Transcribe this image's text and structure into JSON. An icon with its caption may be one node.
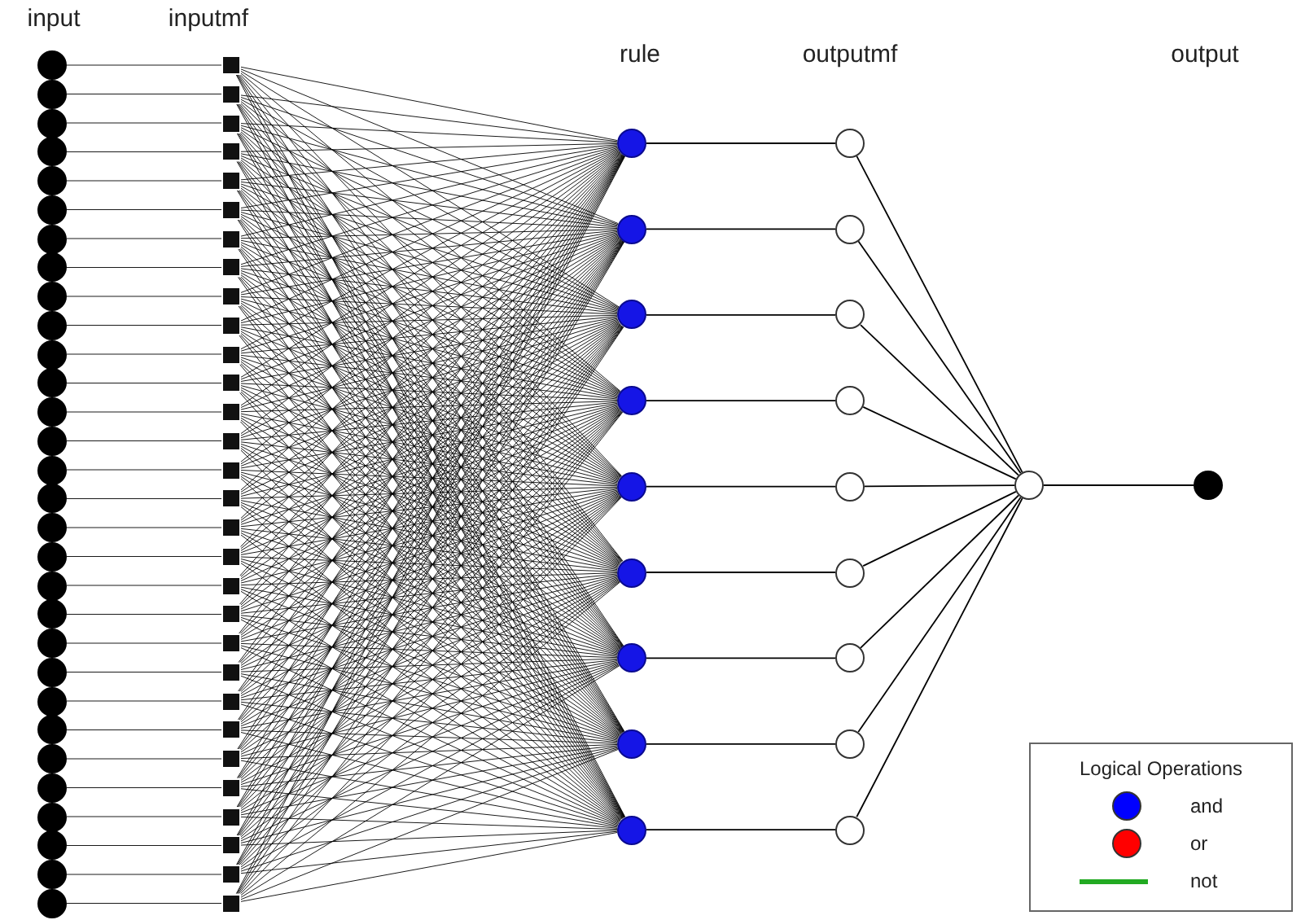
{
  "diagram": {
    "nodes": [
      {
        "text": [],
        "shape": "circle"
      },
      {
        "text": [],
        "shape": "circle"
      },
      {
        "text": [],
        "shape": "circle"
      },
      {
        "text": [],
        "shape": "circle"
      },
      {
        "text": [],
        "shape": "circle"
      },
      {
        "text": [],
        "shape": "circle"
      },
      {
        "text": [],
        "shape": "circle"
      },
      {
        "text": [],
        "shape": "circle"
      },
      {
        "text": [],
        "shape": "circle"
      },
      {
        "text": [],
        "shape": "circle"
      },
      {
        "text": [],
        "shape": "circle"
      },
      {
        "text": [],
        "shape": "circle"
      },
      {
        "text": [],
        "shape": "circle"
      },
      {
        "text": [],
        "shape": "circle"
      },
      {
        "text": [],
        "shape": "circle"
      },
      {
        "text": [],
        "shape": "circle"
      },
      {
        "text": [],
        "shape": "circle"
      },
      {
        "text": [],
        "shape": "circle"
      },
      {
        "text": [],
        "shape": "circle"
      },
      {
        "text": [],
        "shape": "circle"
      },
      {
        "text": [],
        "shape": "circle"
      },
      {
        "text": [],
        "shape": "circle"
      },
      {
        "text": [],
        "shape": "circle"
      },
      {
        "text": [],
        "shape": "circle"
      },
      {
        "text": [],
        "shape": "circle"
      },
      {
        "text": [],
        "shape": "circle"
      },
      {
        "text": [],
        "shape": "circle"
      },
      {
        "text": [],
        "shape": "circle"
      },
      {
        "text": [],
        "shape": "circle"
      },
      {
        "text": [],
        "shape": "circle"
      },
      {
        "text": [],
        "shape": "box"
      },
      {
        "text": [],
        "shape": "box"
      },
      {
        "text": [],
        "shape": "box"
      },
      {
        "text": [],
        "shape": "box"
      },
      {
        "text": [],
        "shape": "box"
      },
      {
        "text": [],
        "shape": "box"
      },
      {
        "text": [],
        "shape": "box"
      },
      {
        "text": [],
        "shape": "box"
      },
      {
        "text": [],
        "shape": "box"
      },
      {
        "text": [],
        "shape": "box"
      },
      {
        "text": [],
        "shape": "box"
      },
      {
        "text": [],
        "shape": "box"
      },
      {
        "text": [],
        "shape": "box"
      },
      {
        "text": [],
        "shape": "box"
      },
      {
        "text": [],
        "shape": "box"
      },
      {
        "text": [],
        "shape": "box"
      },
      {
        "text": [],
        "shape": "box"
      },
      {
        "text": [],
        "shape": "box"
      },
      {
        "text": [],
        "shape": "box"
      },
      {
        "text": [],
        "shape": "box"
      },
      {
        "text": [],
        "shape": "box"
      },
      {
        "text": [],
        "shape": "box"
      },
      {
        "text": [],
        "shape": "box"
      },
      {
        "text": [],
        "shape": "box"
      },
      {
        "text": [],
        "shape": "box"
      },
      {
        "text": [],
        "shape": "box"
      },
      {
        "text": [],
        "shape": "box"
      },
      {
        "text": [],
        "shape": "box"
      },
      {
        "text": [],
        "shape": "box"
      },
      {
        "text": [],
        "shape": "box"
      },
      {
        "text": [],
        "shape": "circle"
      },
      {
        "text": [],
        "shape": "circle"
      },
      {
        "text": [],
        "shape": "circle"
      },
      {
        "text": [],
        "shape": "circle"
      },
      {
        "text": [],
        "shape": "circle"
      },
      {
        "text": [],
        "shape": "circle"
      },
      {
        "text": [],
        "shape": "circle"
      },
      {
        "text": [],
        "shape": "circle"
      },
      {
        "text": [],
        "shape": "circle"
      },
      {
        "text": [],
        "shape": "circle"
      },
      {
        "text": [],
        "shape": "circle"
      },
      {
        "text": [],
        "shape": "circle"
      },
      {
        "text": [],
        "shape": "circle"
      },
      {
        "text": [],
        "shape": "circle"
      },
      {
        "text": [],
        "shape": "circle"
      },
      {
        "text": [],
        "shape": "circle"
      },
      {
        "text": [],
        "shape": "circle"
      },
      {
        "text": [],
        "shape": "circle"
      },
      {
        "text": [],
        "shape": "circle"
      },
      {
        "text": [],
        "shape": "circle"
      }
    ],
    "edges": [
      {
        "from": 0,
        "to": 30,
        "arrow": "none"
      },
      {
        "from": 1,
        "to": 31,
        "arrow": "none"
      },
      {
        "from": 2,
        "to": 32,
        "arrow": "none"
      },
      {
        "from": 3,
        "to": 33,
        "arrow": "none"
      },
      {
        "from": 4,
        "to": 34,
        "arrow": "none"
      },
      {
        "from": 5,
        "to": 35,
        "arrow": "none"
      },
      {
        "from": 6,
        "to": 36,
        "arrow": "none"
      },
      {
        "from": 7,
        "to": 37,
        "arrow": "none"
      },
      {
        "from": 8,
        "to": 38,
        "arrow": "none"
      },
      {
        "from": 9,
        "to": 39,
        "arrow": "none"
      },
      {
        "from": 10,
        "to": 40,
        "arrow": "none"
      },
      {
        "from": 11,
        "to": 41,
        "arrow": "none"
      },
      {
        "from": 12,
        "to": 42,
        "arrow": "none"
      },
      {
        "from": 13,
        "to": 43,
        "arrow": "none"
      },
      {
        "from": 14,
        "to": 44,
        "arrow": "none"
      },
      {
        "from": 15,
        "to": 45,
        "arrow": "none"
      },
      {
        "from": 16,
        "to": 46,
        "arrow": "none"
      },
      {
        "from": 17,
        "to": 47,
        "arrow": "none"
      },
      {
        "from": 18,
        "to": 48,
        "arrow": "none"
      },
      {
        "from": 19,
        "to": 49,
        "arrow": "none"
      },
      {
        "from": 20,
        "to": 50,
        "arrow": "none"
      },
      {
        "from": 21,
        "to": 51,
        "arrow": "none"
      },
      {
        "from": 22,
        "to": 52,
        "arrow": "none"
      },
      {
        "from": 23,
        "to": 53,
        "arrow": "none"
      },
      {
        "from": 24,
        "to": 54,
        "arrow": "none"
      },
      {
        "from": 25,
        "to": 55,
        "arrow": "none"
      },
      {
        "from": 26,
        "to": 56,
        "arrow": "none"
      },
      {
        "from": 27,
        "to": 57,
        "arrow": "none"
      },
      {
        "from": 28,
        "to": 58,
        "arrow": "none"
      },
      {
        "from": 29,
        "to": 59,
        "arrow": "none"
      },
      {
        "from": 30,
        "to": 60,
        "arrow": "none"
      },
      {
        "from": 30,
        "to": 61,
        "arrow": "none"
      },
      {
        "from": 30,
        "to": 62,
        "arrow": "none"
      },
      {
        "from": 30,
        "to": 63,
        "arrow": "none"
      },
      {
        "from": 30,
        "to": 64,
        "arrow": "none"
      },
      {
        "from": 30,
        "to": 65,
        "arrow": "none"
      },
      {
        "from": 30,
        "to": 66,
        "arrow": "none"
      },
      {
        "from": 30,
        "to": 67,
        "arrow": "none"
      },
      {
        "from": 30,
        "to": 68,
        "arrow": "none"
      },
      {
        "from": 31,
        "to": 60,
        "arrow": "none"
      },
      {
        "from": 31,
        "to": 61,
        "arrow": "none"
      },
      {
        "from": 31,
        "to": 62,
        "arrow": "none"
      },
      {
        "from": 31,
        "to": 63,
        "arrow": "none"
      },
      {
        "from": 31,
        "to": 64,
        "arrow": "none"
      },
      {
        "from": 31,
        "to": 65,
        "arrow": "none"
      },
      {
        "from": 31,
        "to": 66,
        "arrow": "none"
      },
      {
        "from": 31,
        "to": 67,
        "arrow": "none"
      },
      {
        "from": 31,
        "to": 68,
        "arrow": "none"
      },
      {
        "from": 32,
        "to": 60,
        "arrow": "none"
      },
      {
        "from": 32,
        "to": 61,
        "arrow": "none"
      },
      {
        "from": 32,
        "to": 62,
        "arrow": "none"
      },
      {
        "from": 32,
        "to": 63,
        "arrow": "none"
      },
      {
        "from": 32,
        "to": 64,
        "arrow": "none"
      },
      {
        "from": 32,
        "to": 65,
        "arrow": "none"
      },
      {
        "from": 32,
        "to": 66,
        "arrow": "none"
      },
      {
        "from": 32,
        "to": 67,
        "arrow": "none"
      },
      {
        "from": 32,
        "to": 68,
        "arrow": "none"
      },
      {
        "from": 33,
        "to": 60,
        "arrow": "none"
      },
      {
        "from": 33,
        "to": 61,
        "arrow": "none"
      },
      {
        "from": 33,
        "to": 62,
        "arrow": "none"
      },
      {
        "from": 33,
        "to": 63,
        "arrow": "none"
      },
      {
        "from": 33,
        "to": 64,
        "arrow": "none"
      },
      {
        "from": 33,
        "to": 65,
        "arrow": "none"
      },
      {
        "from": 33,
        "to": 66,
        "arrow": "none"
      },
      {
        "from": 33,
        "to": 67,
        "arrow": "none"
      },
      {
        "from": 33,
        "to": 68,
        "arrow": "none"
      },
      {
        "from": 34,
        "to": 60,
        "arrow": "none"
      },
      {
        "from": 34,
        "to": 61,
        "arrow": "none"
      },
      {
        "from": 34,
        "to": 62,
        "arrow": "none"
      },
      {
        "from": 34,
        "to": 63,
        "arrow": "none"
      },
      {
        "from": 34,
        "to": 64,
        "arrow": "none"
      },
      {
        "from": 34,
        "to": 65,
        "arrow": "none"
      },
      {
        "from": 34,
        "to": 66,
        "arrow": "none"
      },
      {
        "from": 34,
        "to": 67,
        "arrow": "none"
      },
      {
        "from": 34,
        "to": 68,
        "arrow": "none"
      },
      {
        "from": 35,
        "to": 60,
        "arrow": "none"
      },
      {
        "from": 35,
        "to": 61,
        "arrow": "none"
      },
      {
        "from": 35,
        "to": 62,
        "arrow": "none"
      },
      {
        "from": 35,
        "to": 63,
        "arrow": "none"
      },
      {
        "from": 35,
        "to": 64,
        "arrow": "none"
      },
      {
        "from": 35,
        "to": 65,
        "arrow": "none"
      },
      {
        "from": 35,
        "to": 66,
        "arrow": "none"
      },
      {
        "from": 35,
        "to": 67,
        "arrow": "none"
      },
      {
        "from": 35,
        "to": 68,
        "arrow": "none"
      },
      {
        "from": 36,
        "to": 60,
        "arrow": "none"
      },
      {
        "from": 36,
        "to": 61,
        "arrow": "none"
      },
      {
        "from": 36,
        "to": 62,
        "arrow": "none"
      },
      {
        "from": 36,
        "to": 63,
        "arrow": "none"
      },
      {
        "from": 36,
        "to": 64,
        "arrow": "none"
      },
      {
        "from": 36,
        "to": 65,
        "arrow": "none"
      },
      {
        "from": 36,
        "to": 66,
        "arrow": "none"
      },
      {
        "from": 36,
        "to": 67,
        "arrow": "none"
      },
      {
        "from": 36,
        "to": 68,
        "arrow": "none"
      },
      {
        "from": 37,
        "to": 60,
        "arrow": "none"
      },
      {
        "from": 37,
        "to": 61,
        "arrow": "none"
      },
      {
        "from": 37,
        "to": 62,
        "arrow": "none"
      },
      {
        "from": 37,
        "to": 63,
        "arrow": "none"
      },
      {
        "from": 37,
        "to": 64,
        "arrow": "none"
      },
      {
        "from": 37,
        "to": 65,
        "arrow": "none"
      },
      {
        "from": 37,
        "to": 66,
        "arrow": "none"
      },
      {
        "from": 37,
        "to": 67,
        "arrow": "none"
      },
      {
        "from": 37,
        "to": 68,
        "arrow": "none"
      },
      {
        "from": 38,
        "to": 60,
        "arrow": "none"
      },
      {
        "from": 38,
        "to": 61,
        "arrow": "none"
      },
      {
        "from": 38,
        "to": 62,
        "arrow": "none"
      },
      {
        "from": 38,
        "to": 63,
        "arrow": "none"
      },
      {
        "from": 38,
        "to": 64,
        "arrow": "none"
      },
      {
        "from": 38,
        "to": 65,
        "arrow": "none"
      },
      {
        "from": 38,
        "to": 66,
        "arrow": "none"
      },
      {
        "from": 38,
        "to": 67,
        "arrow": "none"
      },
      {
        "from": 38,
        "to": 68,
        "arrow": "none"
      },
      {
        "from": 39,
        "to": 60,
        "arrow": "none"
      },
      {
        "from": 39,
        "to": 61,
        "arrow": "none"
      },
      {
        "from": 39,
        "to": 62,
        "arrow": "none"
      },
      {
        "from": 39,
        "to": 63,
        "arrow": "none"
      },
      {
        "from": 39,
        "to": 64,
        "arrow": "none"
      },
      {
        "from": 39,
        "to": 65,
        "arrow": "none"
      },
      {
        "from": 39,
        "to": 66,
        "arrow": "none"
      },
      {
        "from": 39,
        "to": 67,
        "arrow": "none"
      },
      {
        "from": 39,
        "to": 68,
        "arrow": "none"
      },
      {
        "from": 40,
        "to": 60,
        "arrow": "none"
      },
      {
        "from": 40,
        "to": 61,
        "arrow": "none"
      },
      {
        "from": 40,
        "to": 62,
        "arrow": "none"
      },
      {
        "from": 40,
        "to": 63,
        "arrow": "none"
      },
      {
        "from": 40,
        "to": 64,
        "arrow": "none"
      },
      {
        "from": 40,
        "to": 65,
        "arrow": "none"
      },
      {
        "from": 40,
        "to": 66,
        "arrow": "none"
      },
      {
        "from": 40,
        "to": 67,
        "arrow": "none"
      },
      {
        "from": 40,
        "to": 68,
        "arrow": "none"
      },
      {
        "from": 41,
        "to": 60,
        "arrow": "none"
      },
      {
        "from": 41,
        "to": 61,
        "arrow": "none"
      },
      {
        "from": 41,
        "to": 62,
        "arrow": "none"
      },
      {
        "from": 41,
        "to": 63,
        "arrow": "none"
      },
      {
        "from": 41,
        "to": 64,
        "arrow": "none"
      },
      {
        "from": 41,
        "to": 65,
        "arrow": "none"
      },
      {
        "from": 41,
        "to": 66,
        "arrow": "none"
      },
      {
        "from": 41,
        "to": 67,
        "arrow": "none"
      },
      {
        "from": 41,
        "to": 68,
        "arrow": "none"
      },
      {
        "from": 42,
        "to": 60,
        "arrow": "none"
      },
      {
        "from": 42,
        "to": 61,
        "arrow": "none"
      },
      {
        "from": 42,
        "to": 62,
        "arrow": "none"
      },
      {
        "from": 42,
        "to": 63,
        "arrow": "none"
      },
      {
        "from": 42,
        "to": 64,
        "arrow": "none"
      },
      {
        "from": 42,
        "to": 65,
        "arrow": "none"
      },
      {
        "from": 42,
        "to": 66,
        "arrow": "none"
      },
      {
        "from": 42,
        "to": 67,
        "arrow": "none"
      },
      {
        "from": 42,
        "to": 68,
        "arrow": "none"
      },
      {
        "from": 43,
        "to": 60,
        "arrow": "none"
      },
      {
        "from": 43,
        "to": 61,
        "arrow": "none"
      },
      {
        "from": 43,
        "to": 62,
        "arrow": "none"
      },
      {
        "from": 43,
        "to": 63,
        "arrow": "none"
      },
      {
        "from": 43,
        "to": 64,
        "arrow": "none"
      },
      {
        "from": 43,
        "to": 65,
        "arrow": "none"
      },
      {
        "from": 43,
        "to": 66,
        "arrow": "none"
      },
      {
        "from": 43,
        "to": 67,
        "arrow": "none"
      },
      {
        "from": 43,
        "to": 68,
        "arrow": "none"
      },
      {
        "from": 44,
        "to": 60,
        "arrow": "none"
      },
      {
        "from": 44,
        "to": 61,
        "arrow": "none"
      },
      {
        "from": 44,
        "to": 62,
        "arrow": "none"
      },
      {
        "from": 44,
        "to": 63,
        "arrow": "none"
      },
      {
        "from": 44,
        "to": 64,
        "arrow": "none"
      },
      {
        "from": 44,
        "to": 65,
        "arrow": "none"
      },
      {
        "from": 44,
        "to": 66,
        "arrow": "none"
      },
      {
        "from": 44,
        "to": 67,
        "arrow": "none"
      },
      {
        "from": 44,
        "to": 68,
        "arrow": "none"
      },
      {
        "from": 45,
        "to": 60,
        "arrow": "none"
      },
      {
        "from": 45,
        "to": 61,
        "arrow": "none"
      },
      {
        "from": 45,
        "to": 62,
        "arrow": "none"
      },
      {
        "from": 45,
        "to": 63,
        "arrow": "none"
      },
      {
        "from": 45,
        "to": 64,
        "arrow": "none"
      },
      {
        "from": 45,
        "to": 65,
        "arrow": "none"
      },
      {
        "from": 45,
        "to": 66,
        "arrow": "none"
      },
      {
        "from": 45,
        "to": 67,
        "arrow": "none"
      },
      {
        "from": 45,
        "to": 68,
        "arrow": "none"
      },
      {
        "from": 46,
        "to": 60,
        "arrow": "none"
      },
      {
        "from": 46,
        "to": 61,
        "arrow": "none"
      },
      {
        "from": 46,
        "to": 62,
        "arrow": "none"
      },
      {
        "from": 46,
        "to": 63,
        "arrow": "none"
      },
      {
        "from": 46,
        "to": 64,
        "arrow": "none"
      },
      {
        "from": 46,
        "to": 65,
        "arrow": "none"
      },
      {
        "from": 46,
        "to": 66,
        "arrow": "none"
      },
      {
        "from": 46,
        "to": 67,
        "arrow": "none"
      },
      {
        "from": 46,
        "to": 68,
        "arrow": "none"
      },
      {
        "from": 47,
        "to": 60,
        "arrow": "none"
      },
      {
        "from": 47,
        "to": 61,
        "arrow": "none"
      },
      {
        "from": 47,
        "to": 62,
        "arrow": "none"
      },
      {
        "from": 47,
        "to": 63,
        "arrow": "none"
      },
      {
        "from": 47,
        "to": 64,
        "arrow": "none"
      },
      {
        "from": 47,
        "to": 65,
        "arrow": "none"
      },
      {
        "from": 47,
        "to": 66,
        "arrow": "none"
      },
      {
        "from": 47,
        "to": 67,
        "arrow": "none"
      },
      {
        "from": 47,
        "to": 68,
        "arrow": "none"
      },
      {
        "from": 48,
        "to": 60,
        "arrow": "none"
      },
      {
        "from": 48,
        "to": 61,
        "arrow": "none"
      },
      {
        "from": 48,
        "to": 62,
        "arrow": "none"
      },
      {
        "from": 48,
        "to": 63,
        "arrow": "none"
      },
      {
        "from": 48,
        "to": 64,
        "arrow": "none"
      },
      {
        "from": 48,
        "to": 65,
        "arrow": "none"
      },
      {
        "from": 48,
        "to": 66,
        "arrow": "none"
      },
      {
        "from": 48,
        "to": 67,
        "arrow": "none"
      },
      {
        "from": 48,
        "to": 68,
        "arrow": "none"
      },
      {
        "from": 49,
        "to": 60,
        "arrow": "none"
      },
      {
        "from": 49,
        "to": 61,
        "arrow": "none"
      },
      {
        "from": 49,
        "to": 62,
        "arrow": "none"
      },
      {
        "from": 49,
        "to": 63,
        "arrow": "none"
      },
      {
        "from": 49,
        "to": 64,
        "arrow": "none"
      },
      {
        "from": 49,
        "to": 65,
        "arrow": "none"
      },
      {
        "from": 49,
        "to": 66,
        "arrow": "none"
      },
      {
        "from": 49,
        "to": 67,
        "arrow": "none"
      },
      {
        "from": 49,
        "to": 68,
        "arrow": "none"
      },
      {
        "from": 50,
        "to": 60,
        "arrow": "none"
      },
      {
        "from": 50,
        "to": 61,
        "arrow": "none"
      },
      {
        "from": 50,
        "to": 62,
        "arrow": "none"
      },
      {
        "from": 50,
        "to": 63,
        "arrow": "none"
      },
      {
        "from": 50,
        "to": 64,
        "arrow": "none"
      },
      {
        "from": 50,
        "to": 65,
        "arrow": "none"
      },
      {
        "from": 50,
        "to": 66,
        "arrow": "none"
      },
      {
        "from": 50,
        "to": 67,
        "arrow": "none"
      },
      {
        "from": 50,
        "to": 68,
        "arrow": "none"
      },
      {
        "from": 51,
        "to": 60,
        "arrow": "none"
      },
      {
        "from": 51,
        "to": 61,
        "arrow": "none"
      },
      {
        "from": 51,
        "to": 62,
        "arrow": "none"
      },
      {
        "from": 51,
        "to": 63,
        "arrow": "none"
      },
      {
        "from": 51,
        "to": 64,
        "arrow": "none"
      },
      {
        "from": 51,
        "to": 65,
        "arrow": "none"
      },
      {
        "from": 51,
        "to": 66,
        "arrow": "none"
      },
      {
        "from": 51,
        "to": 67,
        "arrow": "none"
      },
      {
        "from": 51,
        "to": 68,
        "arrow": "none"
      },
      {
        "from": 52,
        "to": 60,
        "arrow": "none"
      },
      {
        "from": 52,
        "to": 61,
        "arrow": "none"
      },
      {
        "from": 52,
        "to": 62,
        "arrow": "none"
      },
      {
        "from": 52,
        "to": 63,
        "arrow": "none"
      },
      {
        "from": 52,
        "to": 64,
        "arrow": "none"
      },
      {
        "from": 52,
        "to": 65,
        "arrow": "none"
      },
      {
        "from": 52,
        "to": 66,
        "arrow": "none"
      },
      {
        "from": 52,
        "to": 67,
        "arrow": "none"
      },
      {
        "from": 52,
        "to": 68,
        "arrow": "none"
      },
      {
        "from": 53,
        "to": 60,
        "arrow": "none"
      },
      {
        "from": 53,
        "to": 61,
        "arrow": "none"
      },
      {
        "from": 53,
        "to": 62,
        "arrow": "none"
      },
      {
        "from": 53,
        "to": 63,
        "arrow": "none"
      },
      {
        "from": 53,
        "to": 64,
        "arrow": "none"
      },
      {
        "from": 53,
        "to": 65,
        "arrow": "none"
      },
      {
        "from": 53,
        "to": 66,
        "arrow": "none"
      },
      {
        "from": 53,
        "to": 67,
        "arrow": "none"
      },
      {
        "from": 53,
        "to": 68,
        "arrow": "none"
      },
      {
        "from": 54,
        "to": 60,
        "arrow": "none"
      },
      {
        "from": 54,
        "to": 61,
        "arrow": "none"
      },
      {
        "from": 54,
        "to": 62,
        "arrow": "none"
      },
      {
        "from": 54,
        "to": 63,
        "arrow": "none"
      },
      {
        "from": 54,
        "to": 64,
        "arrow": "none"
      },
      {
        "from": 54,
        "to": 65,
        "arrow": "none"
      },
      {
        "from": 54,
        "to": 66,
        "arrow": "none"
      },
      {
        "from": 54,
        "to": 67,
        "arrow": "none"
      },
      {
        "from": 54,
        "to": 68,
        "arrow": "none"
      },
      {
        "from": 55,
        "to": 60,
        "arrow": "none"
      },
      {
        "from": 55,
        "to": 61,
        "arrow": "none"
      },
      {
        "from": 55,
        "to": 62,
        "arrow": "none"
      },
      {
        "from": 55,
        "to": 63,
        "arrow": "none"
      },
      {
        "from": 55,
        "to": 64,
        "arrow": "none"
      },
      {
        "from": 55,
        "to": 65,
        "arrow": "none"
      },
      {
        "from": 55,
        "to": 66,
        "arrow": "none"
      },
      {
        "from": 55,
        "to": 67,
        "arrow": "none"
      },
      {
        "from": 55,
        "to": 68,
        "arrow": "none"
      },
      {
        "from": 56,
        "to": 60,
        "arrow": "none"
      },
      {
        "from": 56,
        "to": 61,
        "arrow": "none"
      },
      {
        "from": 56,
        "to": 62,
        "arrow": "none"
      },
      {
        "from": 56,
        "to": 63,
        "arrow": "none"
      },
      {
        "from": 56,
        "to": 64,
        "arrow": "none"
      },
      {
        "from": 56,
        "to": 65,
        "arrow": "none"
      },
      {
        "from": 56,
        "to": 66,
        "arrow": "none"
      },
      {
        "from": 56,
        "to": 67,
        "arrow": "none"
      },
      {
        "from": 56,
        "to": 68,
        "arrow": "none"
      },
      {
        "from": 57,
        "to": 60,
        "arrow": "none"
      },
      {
        "from": 57,
        "to": 61,
        "arrow": "none"
      },
      {
        "from": 57,
        "to": 62,
        "arrow": "none"
      },
      {
        "from": 57,
        "to": 63,
        "arrow": "none"
      },
      {
        "from": 57,
        "to": 64,
        "arrow": "none"
      },
      {
        "from": 57,
        "to": 65,
        "arrow": "none"
      },
      {
        "from": 57,
        "to": 66,
        "arrow": "none"
      },
      {
        "from": 57,
        "to": 67,
        "arrow": "none"
      },
      {
        "from": 57,
        "to": 68,
        "arrow": "none"
      },
      {
        "from": 58,
        "to": 60,
        "arrow": "none"
      },
      {
        "from": 58,
        "to": 61,
        "arrow": "none"
      },
      {
        "from": 58,
        "to": 62,
        "arrow": "none"
      },
      {
        "from": 58,
        "to": 63,
        "arrow": "none"
      },
      {
        "from": 58,
        "to": 64,
        "arrow": "none"
      },
      {
        "from": 58,
        "to": 65,
        "arrow": "none"
      },
      {
        "from": 58,
        "to": 66,
        "arrow": "none"
      },
      {
        "from": 58,
        "to": 67,
        "arrow": "none"
      },
      {
        "from": 58,
        "to": 68,
        "arrow": "none"
      },
      {
        "from": 59,
        "to": 60,
        "arrow": "none"
      },
      {
        "from": 59,
        "to": 61,
        "arrow": "none"
      },
      {
        "from": 59,
        "to": 62,
        "arrow": "none"
      },
      {
        "from": 59,
        "to": 63,
        "arrow": "none"
      },
      {
        "from": 59,
        "to": 64,
        "arrow": "none"
      },
      {
        "from": 59,
        "to": 65,
        "arrow": "none"
      },
      {
        "from": 59,
        "to": 66,
        "arrow": "none"
      },
      {
        "from": 59,
        "to": 67,
        "arrow": "none"
      },
      {
        "from": 59,
        "to": 68,
        "arrow": "none"
      },
      {
        "from": 60,
        "to": 69,
        "arrow": "none"
      },
      {
        "from": 61,
        "to": 70,
        "arrow": "none"
      },
      {
        "from": 62,
        "to": 71,
        "arrow": "none"
      },
      {
        "from": 63,
        "to": 72,
        "arrow": "none"
      },
      {
        "from": 64,
        "to": 73,
        "arrow": "none"
      },
      {
        "from": 65,
        "to": 74,
        "arrow": "none"
      },
      {
        "from": 66,
        "to": 75,
        "arrow": "none"
      },
      {
        "from": 67,
        "to": 76,
        "arrow": "none"
      },
      {
        "from": 68,
        "to": 77,
        "arrow": "none"
      },
      {
        "from": 69,
        "to": 78,
        "arrow": "none"
      },
      {
        "from": 70,
        "to": 78,
        "arrow": "none"
      },
      {
        "from": 71,
        "to": 78,
        "arrow": "none"
      },
      {
        "from": 72,
        "to": 78,
        "arrow": "none"
      },
      {
        "from": 73,
        "to": 78,
        "arrow": "none"
      },
      {
        "from": 74,
        "to": 78,
        "arrow": "none"
      },
      {
        "from": 75,
        "to": 78,
        "arrow": "none"
      },
      {
        "from": 76,
        "to": 78,
        "arrow": "none"
      },
      {
        "from": 77,
        "to": 78,
        "arrow": "none"
      },
      {
        "from": 78,
        "to": 79,
        "arrow": "none"
      }
    ],
    "labels": [
      "input",
      "inputmf",
      "rule",
      "outputmf",
      "output",
      "Logical Operations"
    ],
    "legend": [
      {
        "text": "and",
        "color": "#0000ff"
      },
      {
        "text": "or",
        "color": "#ff0000"
      },
      {
        "text": "not"
      }
    ]
  }
}
